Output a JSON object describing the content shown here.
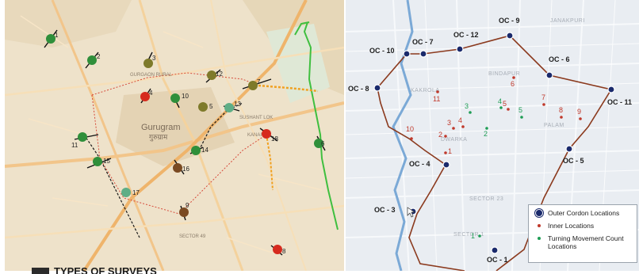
{
  "left_map": {
    "town_label": "Gurugram",
    "town_label_local": "गुरुग्राम",
    "area_labels": [
      "GURGAON RURAL",
      "SUSHANT LOK",
      "KANAI",
      "SECTOR 49"
    ],
    "markers": [
      {
        "label": "1",
        "color": "#2f8f3a"
      },
      {
        "label": "2",
        "color": "#2f8f3a"
      },
      {
        "label": "3",
        "color": "#7e7a2a"
      },
      {
        "label": "4",
        "color": "#d62a1e"
      },
      {
        "label": "5",
        "color": "#7e7a2a"
      },
      {
        "label": "6",
        "color": "#2f8f3a"
      },
      {
        "label": "7",
        "color": "#7e7a2a"
      },
      {
        "label": "8",
        "color": "#d62a1e"
      },
      {
        "label": "9",
        "color": "#7a4a22"
      },
      {
        "label": "10",
        "color": "#2f8f3a"
      },
      {
        "label": "11",
        "color": "#2f8f3a"
      },
      {
        "label": "12",
        "color": "#7e7a2a"
      },
      {
        "label": "13",
        "color": "#5fae86"
      },
      {
        "label": "14",
        "color": "#2f8f3a"
      },
      {
        "label": "15",
        "color": "#2f8f3a"
      },
      {
        "label": "16",
        "color": "#7a4a22"
      },
      {
        "label": "17",
        "color": "#5fae86"
      },
      {
        "label": "18",
        "color": "#d62a1e"
      }
    ]
  },
  "right_map": {
    "area_labels": [
      "JANAKPURI",
      "BINDAPUR",
      "KAKROLA",
      "DWARKA",
      "PALAM",
      "SECTOR 23",
      "SECTOR 1"
    ],
    "outer_cordon": [
      "OC - 1",
      "OC - 3",
      "OC - 4",
      "OC - 5",
      "OC - 6",
      "OC - 7",
      "OC - 8",
      "OC - 9",
      "OC - 10",
      "OC - 11",
      "OC - 12"
    ],
    "inner_locations": [
      "1",
      "2",
      "3",
      "4",
      "5",
      "6",
      "7",
      "8",
      "9",
      "10",
      "11"
    ],
    "turning_locations": [
      "1",
      "2",
      "3",
      "4",
      "5"
    ],
    "colors": {
      "outer": "#1a2a6c",
      "inner": "#c0392b",
      "turning": "#1f9d55",
      "cordon_line": "#8b3a1e"
    }
  },
  "legend": {
    "outer": "Outer Cordon Locations",
    "inner": "Inner Locations",
    "turning": "Turning Movement Count Locations"
  },
  "caption": "TYPES OF SURVEYS"
}
